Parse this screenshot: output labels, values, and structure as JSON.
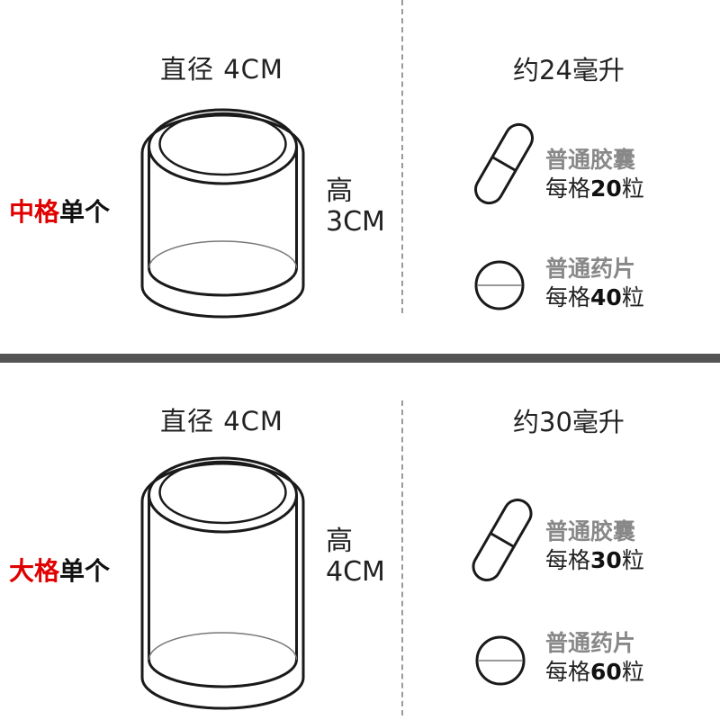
{
  "panels": [
    {
      "size_highlight": "中格",
      "size_rest": "单个",
      "diameter": "直径 4CM",
      "height_label": "高",
      "height_value": "3CM",
      "volume": "约24毫升",
      "capsule": {
        "name": "普通胶囊",
        "prefix": "每格",
        "count": "20",
        "unit": "粒"
      },
      "tablet": {
        "name": "普通药片",
        "prefix": "每格",
        "count": "40",
        "unit": "粒"
      }
    },
    {
      "size_highlight": "大格",
      "size_rest": "单个",
      "diameter": "直径 4CM",
      "height_label": "高",
      "height_value": "4CM",
      "volume": "约30毫升",
      "capsule": {
        "name": "普通胶囊",
        "prefix": "每格",
        "count": "30",
        "unit": "粒"
      },
      "tablet": {
        "name": "普通药片",
        "prefix": "每格",
        "count": "60",
        "unit": "粒"
      }
    }
  ],
  "colors": {
    "highlight": "#e00000",
    "divider": "#545454",
    "muted": "#888888"
  },
  "icons": {
    "capsule": "capsule-icon",
    "tablet": "tablet-icon",
    "container": "cylinder-container-icon"
  }
}
